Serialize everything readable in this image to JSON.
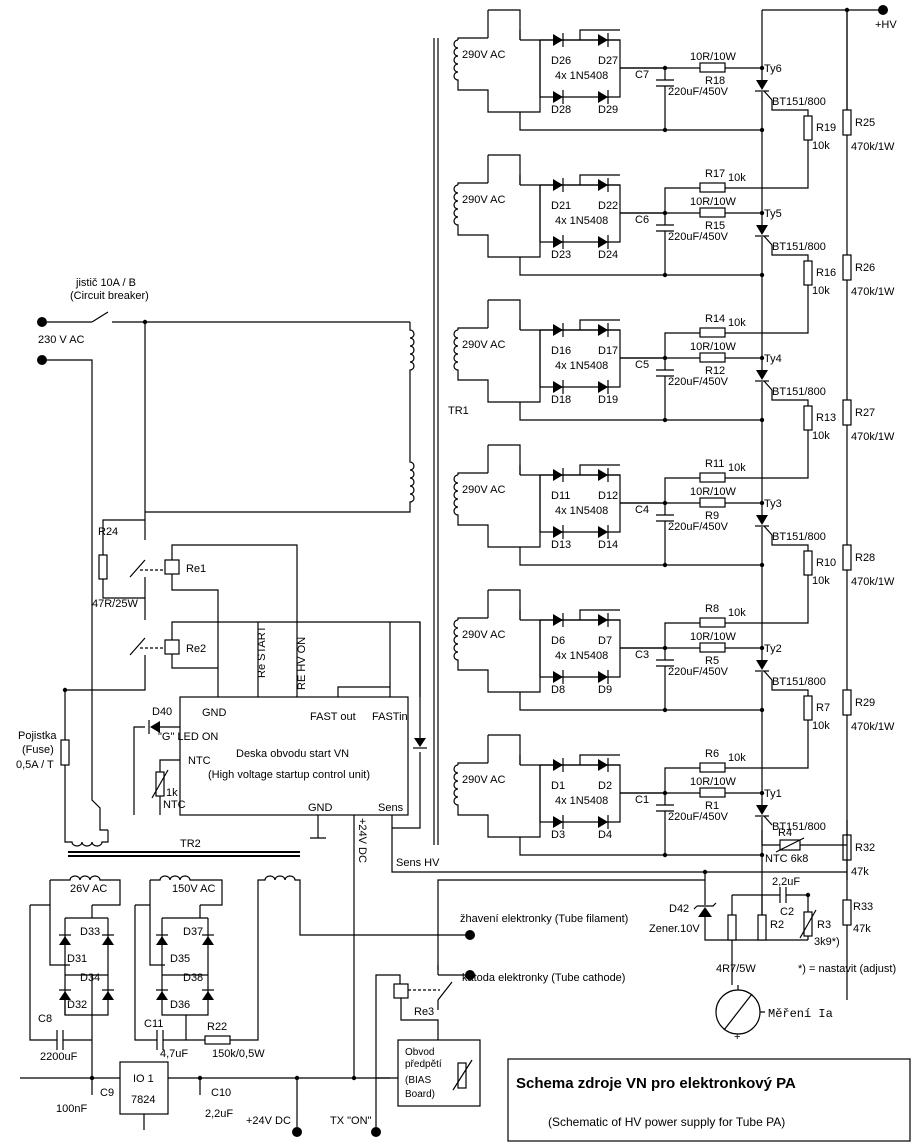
{
  "title": "Schema zdroje VN pro elektronkový PA",
  "subtitle": "(Schematic of HV power supply for Tube PA)",
  "mains": {
    "breaker_label": "jistič 10A / B",
    "breaker_label_en": "(Circuit breaker)",
    "input_label": "230 V AC",
    "fuse_label_1": "Pojistka",
    "fuse_label_2": "(Fuse)",
    "fuse_value": "0,5A / T"
  },
  "transformer_tr1": "TR1",
  "transformer_tr2": "TR2",
  "hv_label": "+HV",
  "stages": [
    {
      "ac": "290V AC",
      "d": [
        "D26",
        "D27",
        "D28",
        "D29"
      ],
      "bridge": "4x 1N5408",
      "cap": "C7",
      "cap_val": "220uF/450V",
      "r_series": "R18",
      "r_series_val": "10R/10W",
      "ty": "Ty6",
      "ty_val": "BT151/800",
      "r_gate": "R19",
      "r_gate_val": "10k",
      "r_top": "",
      "r_top_val": "",
      "div": "R25",
      "div_val": "470k/1W"
    },
    {
      "ac": "290V AC",
      "d": [
        "D21",
        "D22",
        "D23",
        "D24"
      ],
      "bridge": "4x 1N5408",
      "cap": "C6",
      "cap_val": "220uF/450V",
      "r_series": "R15",
      "r_series_val": "10R/10W",
      "ty": "Ty5",
      "ty_val": "BT151/800",
      "r_gate": "R16",
      "r_gate_val": "10k",
      "r_top": "R17",
      "r_top_val": "10k",
      "div": "R26",
      "div_val": "470k/1W"
    },
    {
      "ac": "290V AC",
      "d": [
        "D16",
        "D17",
        "D18",
        "D19"
      ],
      "bridge": "4x 1N5408",
      "cap": "C5",
      "cap_val": "220uF/450V",
      "r_series": "R12",
      "r_series_val": "10R/10W",
      "ty": "Ty4",
      "ty_val": "BT151/800",
      "r_gate": "R13",
      "r_gate_val": "10k",
      "r_top": "R14",
      "r_top_val": "10k",
      "div": "R27",
      "div_val": "470k/1W"
    },
    {
      "ac": "290V AC",
      "d": [
        "D11",
        "D12",
        "D13",
        "D14"
      ],
      "bridge": "4x 1N5408",
      "cap": "C4",
      "cap_val": "220uF/450V",
      "r_series": "R9",
      "r_series_val": "10R/10W",
      "ty": "Ty3",
      "ty_val": "BT151/800",
      "r_gate": "R10",
      "r_gate_val": "10k",
      "r_top": "R11",
      "r_top_val": "10k",
      "div": "R28",
      "div_val": "470k/1W"
    },
    {
      "ac": "290V AC",
      "d": [
        "D6",
        "D7",
        "D8",
        "D9"
      ],
      "bridge": "4x 1N5408",
      "cap": "C3",
      "cap_val": "220uF/450V",
      "r_series": "R5",
      "r_series_val": "10R/10W",
      "ty": "Ty2",
      "ty_val": "BT151/800",
      "r_gate": "R7",
      "r_gate_val": "10k",
      "r_top": "R8",
      "r_top_val": "10k",
      "div": "R29",
      "div_val": "470k/1W"
    },
    {
      "ac": "290V AC",
      "d": [
        "D1",
        "D2",
        "D3",
        "D4"
      ],
      "bridge": "4x 1N5408",
      "cap": "C1",
      "cap_val": "220uF/450V",
      "r_series": "R1",
      "r_series_val": "10R/10W",
      "ty": "Ty1",
      "ty_val": "BT151/800",
      "r_gate": "",
      "r_gate_val": "",
      "r_top": "R6",
      "r_top_val": "10k",
      "div": "R32",
      "div_val": "47k"
    }
  ],
  "control": {
    "r24": "R24",
    "r24_val": "47R/25W",
    "re1": "Re1",
    "re2": "Re2",
    "re_start": "Re START",
    "re_hv_on": "RE HV ON",
    "fast_out": "FAST out",
    "fast_in": "FASTin",
    "gnd_top": "GND",
    "gnd_bottom": "GND",
    "sens": "Sens",
    "board_cz": "Deska obvodu start VN",
    "board_en": "(High voltage startup control unit)",
    "d40": "D40",
    "led": "\"G\" LED ON",
    "ntc": "NTC",
    "ntc_r": "1k",
    "ntc_lbl": "NTC",
    "plus24_vert": "+24V DC",
    "sens_hv": "Sens HV"
  },
  "measure": {
    "r4": "R4",
    "r4_val": "NTC 6k8",
    "c2_val": "2,2uF",
    "c2": "C2",
    "d42": "D42",
    "d42_val": "Zener.10V",
    "r2": "R2",
    "r3": "R3",
    "r3_val": "3k9*)",
    "r33": "R33",
    "r33_val": "47k",
    "r32_val": "47k",
    "rsh_val": "4R7/5W",
    "adjust": "*) = nastavit (adjust)",
    "meter": "Měření Ia"
  },
  "lowvolt": {
    "ac26": "26V AC",
    "ac150": "150V AC",
    "d33": "D33",
    "d31": "D31",
    "d34": "D34",
    "d32": "D32",
    "d37": "D37",
    "d35": "D35",
    "d38": "D38",
    "d36": "D36",
    "c8": "C8",
    "c8_val": "2200uF",
    "c11": "C11",
    "c11_val": "4,7uF",
    "r22": "R22",
    "r22_val": "150k/0,5W",
    "c9": "C9",
    "c9_val": "100nF",
    "io": "IO 1",
    "io_val": "7824",
    "c10": "C10",
    "c10_val": "2,2uF",
    "filament": "žhavení elektronky  (Tube filament)",
    "cathode": "katoda elektronky  (Tube cathode)",
    "re3": "Re3",
    "bias1": "Obvod",
    "bias2": "předpětí",
    "bias3": "(BIAS",
    "bias4": "Board)",
    "plus24": "+24V DC",
    "txon": "TX \"ON\""
  }
}
